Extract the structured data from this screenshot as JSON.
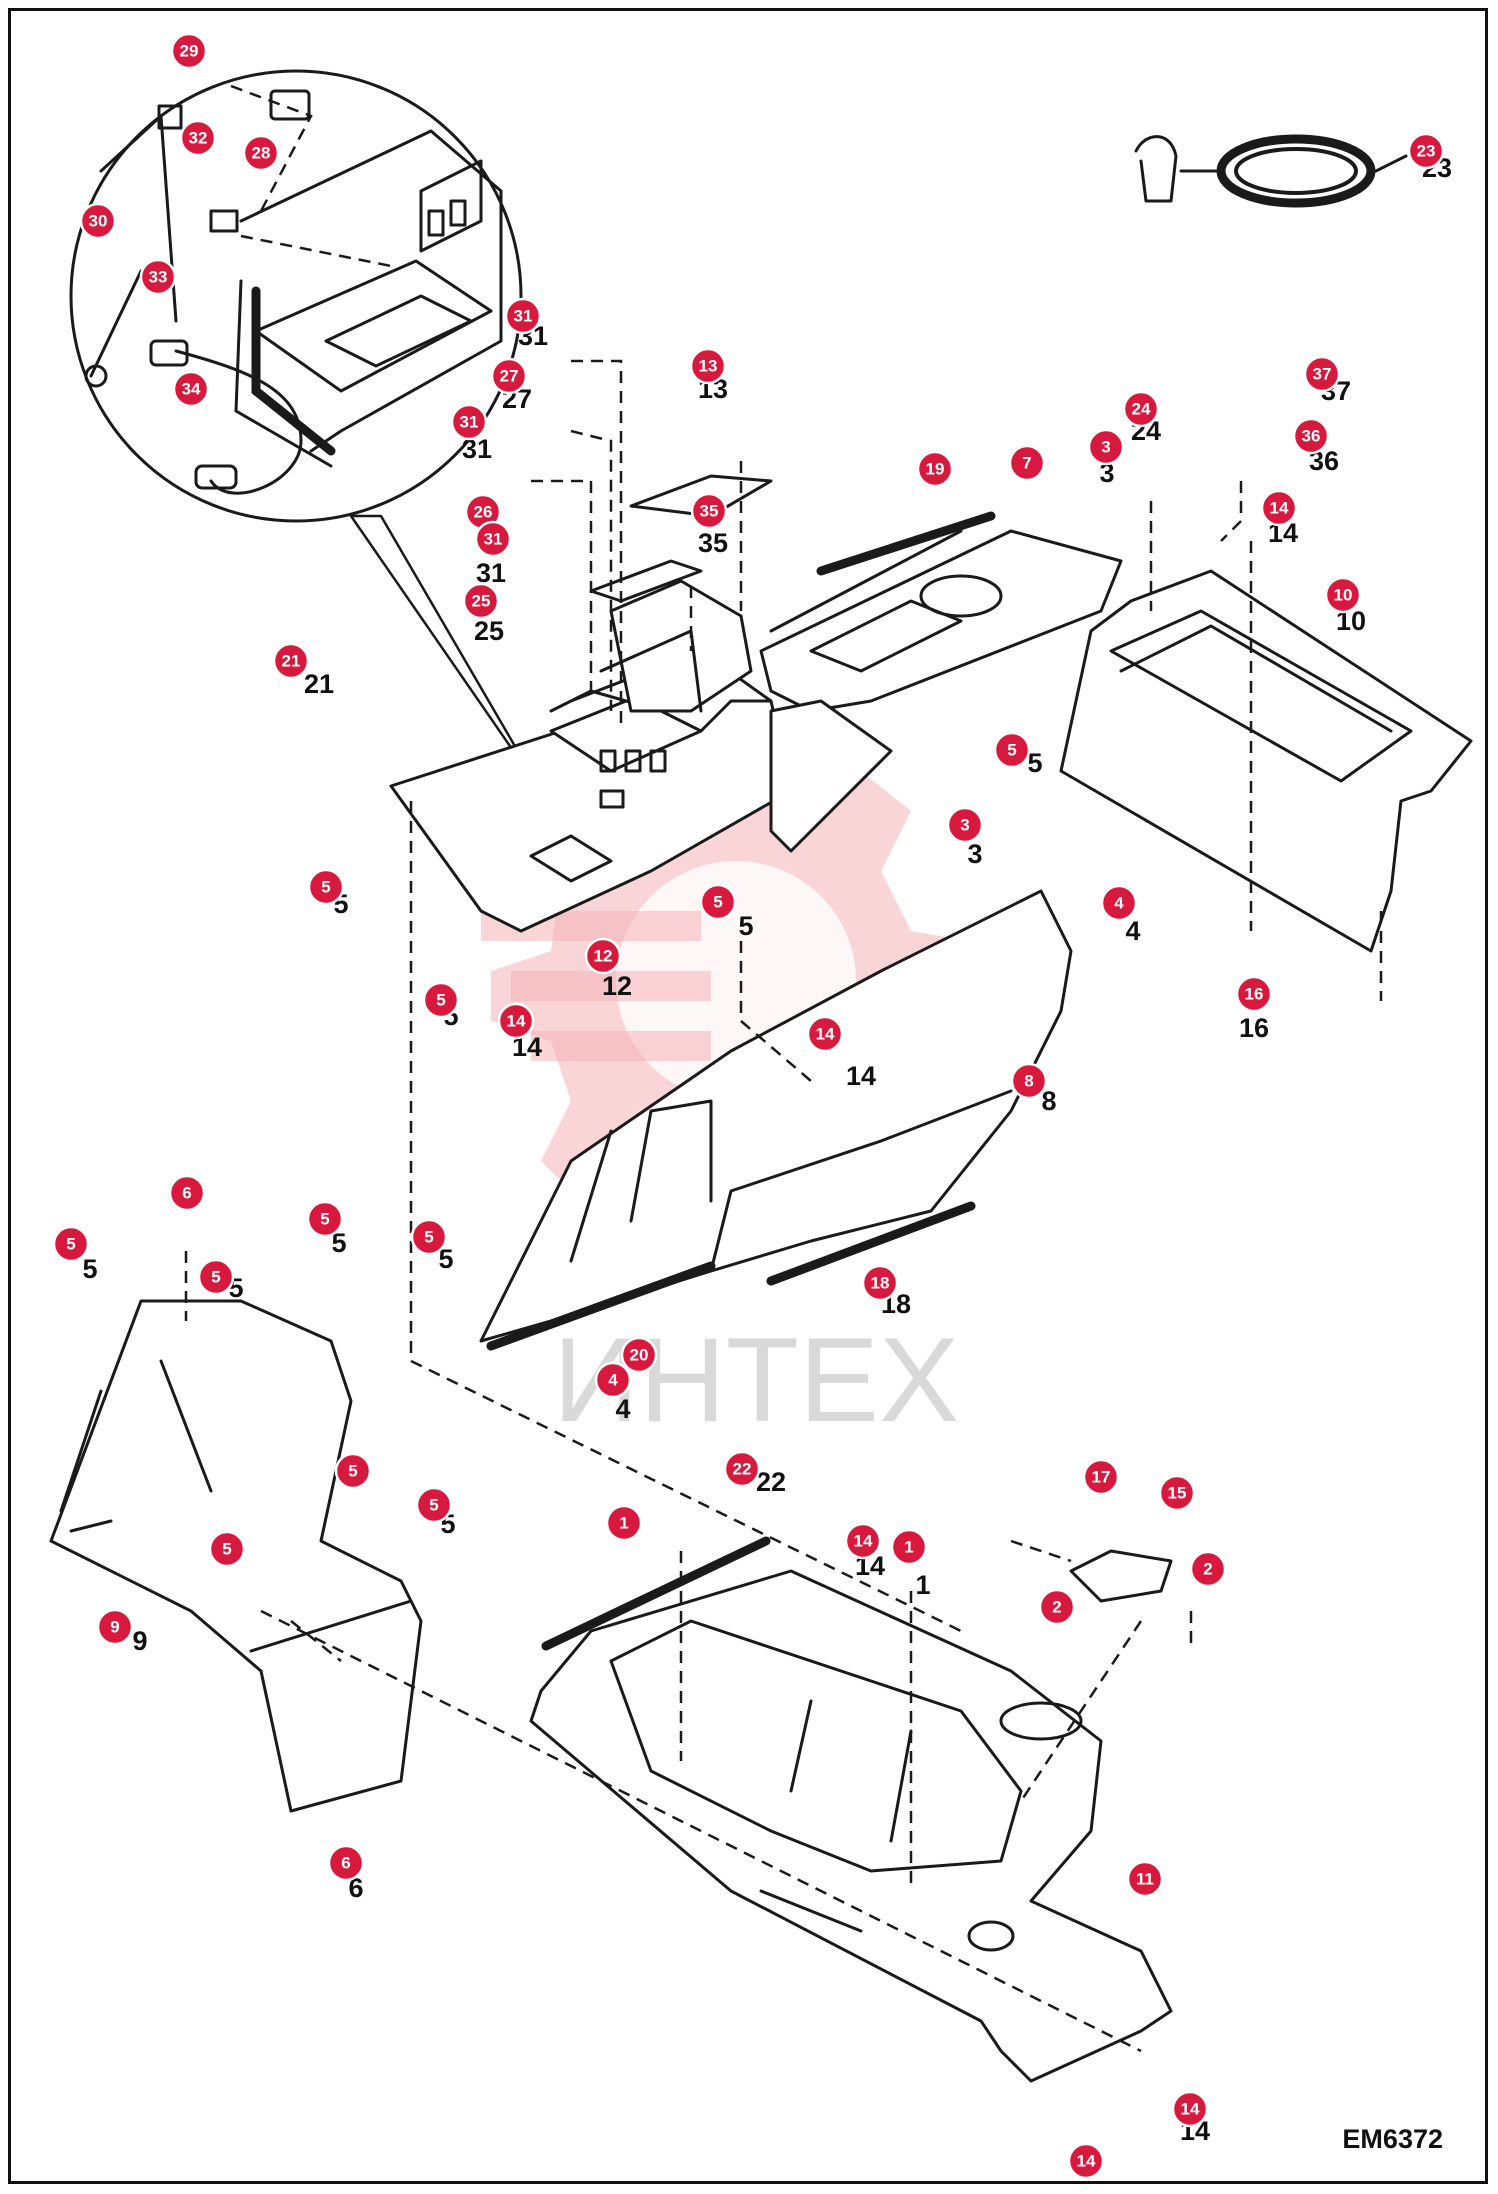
{
  "diagram": {
    "drawing_code": "EM6372",
    "watermark": "ИНТЕХ",
    "callouts": [
      {
        "id": "29"
      },
      {
        "id": "32"
      },
      {
        "id": "28"
      },
      {
        "id": "30"
      },
      {
        "id": "33"
      },
      {
        "id": "34"
      },
      {
        "id": "31",
        "plain": "31"
      },
      {
        "id": "27",
        "plain": "27"
      },
      {
        "id": "31",
        "plain": "31"
      },
      {
        "id": "26"
      },
      {
        "id": "31",
        "plain": "31"
      },
      {
        "id": "25",
        "plain": "25"
      },
      {
        "id": "13",
        "plain": "13"
      },
      {
        "id": "35",
        "plain": "35"
      },
      {
        "id": "19"
      },
      {
        "id": "7"
      },
      {
        "id": "3",
        "plain": "3"
      },
      {
        "id": "24",
        "plain": "24"
      },
      {
        "id": "37",
        "plain": "37"
      },
      {
        "id": "36",
        "plain": "36"
      },
      {
        "id": "14",
        "plain": "14"
      },
      {
        "id": "10",
        "plain": "10"
      },
      {
        "id": "23",
        "plain": "23"
      },
      {
        "id": "21",
        "plain": "21"
      },
      {
        "id": "5",
        "plain": "5"
      },
      {
        "id": "3",
        "plain": "3"
      },
      {
        "id": "4",
        "plain": "4"
      },
      {
        "id": "16",
        "plain": "16"
      },
      {
        "id": "5",
        "plain": "5"
      },
      {
        "id": "5",
        "plain": "5"
      },
      {
        "id": "12",
        "plain": "12"
      },
      {
        "id": "5",
        "plain": "5"
      },
      {
        "id": "14",
        "plain": "14"
      },
      {
        "id": "14",
        "plain": "14"
      },
      {
        "id": "8",
        "plain": "8"
      },
      {
        "id": "6"
      },
      {
        "id": "5",
        "plain": "5"
      },
      {
        "id": "5",
        "plain": "5"
      },
      {
        "id": "5",
        "plain": "5"
      },
      {
        "id": "5",
        "plain": "5"
      },
      {
        "id": "18",
        "plain": "18"
      },
      {
        "id": "20"
      },
      {
        "id": "4",
        "plain": "4"
      },
      {
        "id": "5"
      },
      {
        "id": "5",
        "plain": "5"
      },
      {
        "id": "5"
      },
      {
        "id": "9",
        "plain": "9"
      },
      {
        "id": "1"
      },
      {
        "id": "22",
        "plain": "22"
      },
      {
        "id": "14",
        "plain": "14"
      },
      {
        "id": "1",
        "plain": "1"
      },
      {
        "id": "17"
      },
      {
        "id": "15"
      },
      {
        "id": "2"
      },
      {
        "id": "2"
      },
      {
        "id": "6",
        "plain": "6"
      },
      {
        "id": "11"
      },
      {
        "id": "14",
        "plain": "14"
      },
      {
        "id": "14"
      }
    ]
  }
}
